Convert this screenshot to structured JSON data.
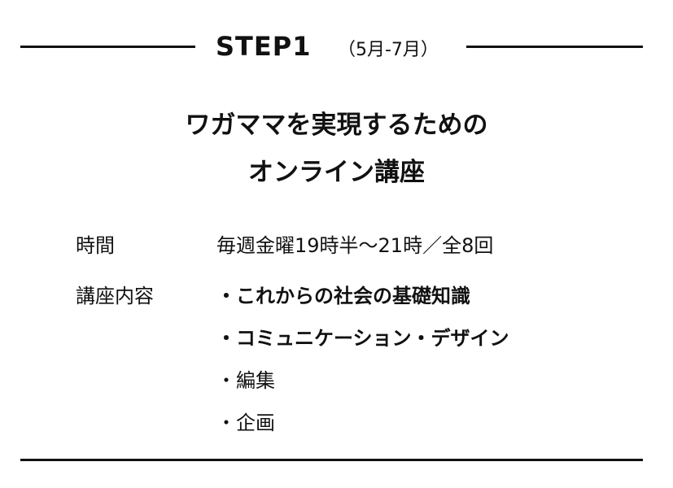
{
  "header": {
    "step": "STEP1",
    "period": "（5月-7月）"
  },
  "title": {
    "line1": "ワガママを実現するための",
    "line2": "オンライン講座"
  },
  "schedule": {
    "label": "時間",
    "value": "毎週金曜19時半〜21時／全8回"
  },
  "content": {
    "label": "講座内容",
    "items": [
      "・これからの社会の基礎知識",
      "・コミュニケーション・デザイン",
      "・編集",
      "・企画"
    ]
  }
}
